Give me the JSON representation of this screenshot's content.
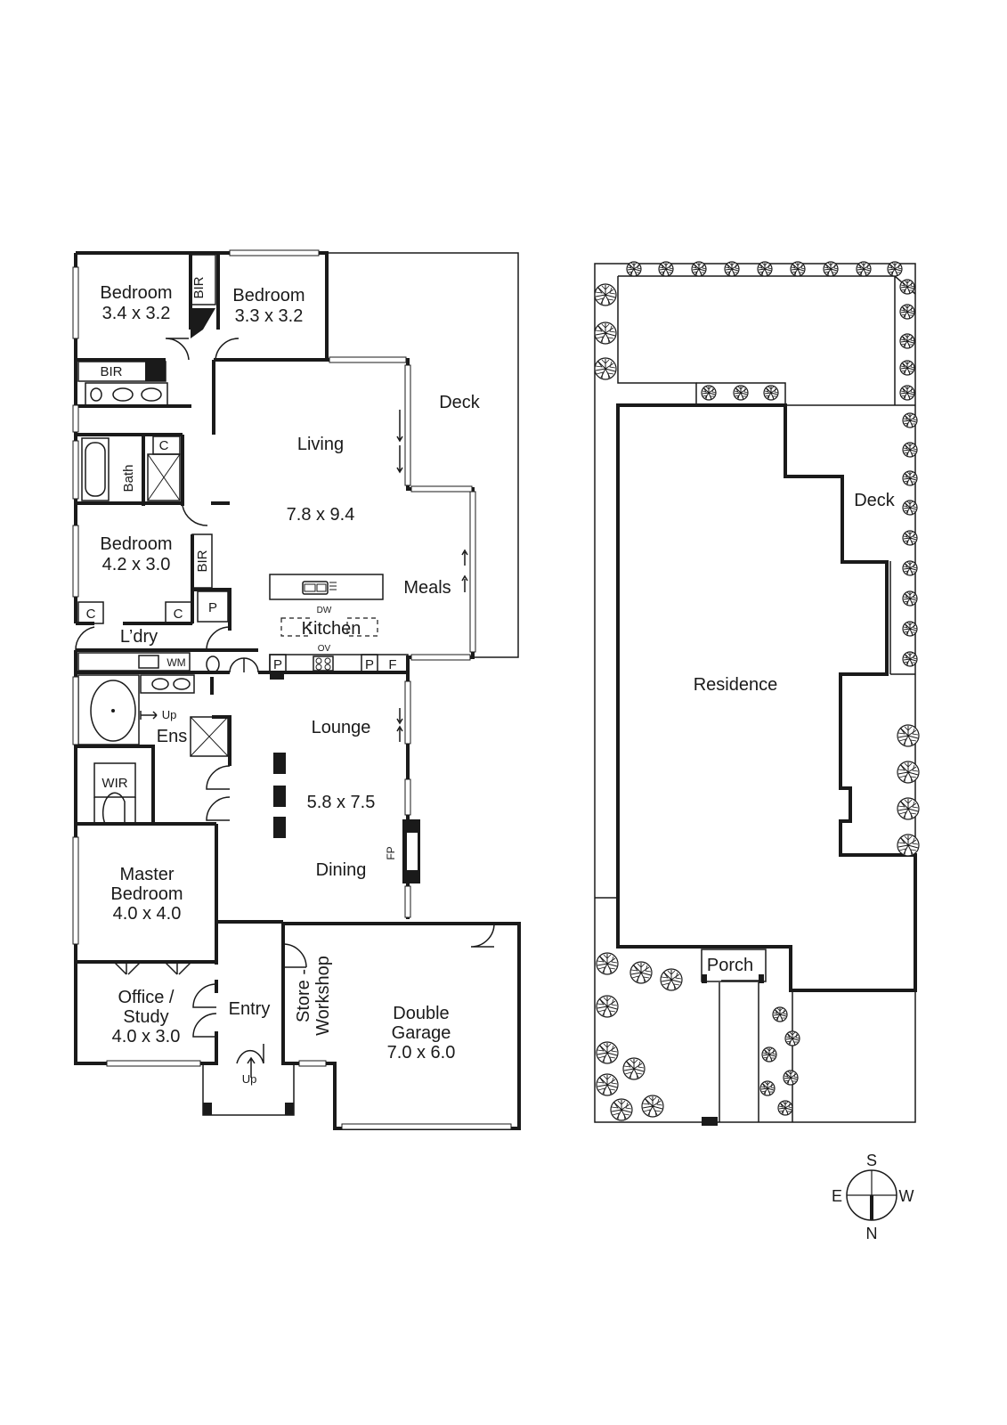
{
  "floorplan": {
    "rooms": {
      "bed1_name": "Bedroom",
      "bed1_size": "3.4 x 3.2",
      "bed2_name": "Bedroom",
      "bed2_size": "3.3 x 3.2",
      "bed3_name": "Bedroom",
      "bed3_size": "4.2 x 3.0",
      "bir": "BIR",
      "bath": "Bath",
      "cupboard": "C",
      "pantry": "P",
      "fridge": "F",
      "living": "Living",
      "living_size": "7.8 x 9.4",
      "meals": "Meals",
      "kitchen": "Kitchen",
      "dw": "DW",
      "ov": "OV",
      "deck": "Deck",
      "laundry": "L’dry",
      "wm": "WM",
      "up": "Up",
      "ensuite": "Ens",
      "wir": "WIR",
      "lounge": "Lounge",
      "lounge_size": "5.8 x 7.5",
      "dining": "Dining",
      "fp": "FP",
      "master_line1": "Master",
      "master_line2": "Bedroom",
      "master_size": "4.0 x 4.0",
      "office_line1": "Office /",
      "office_line2": "Study",
      "office_size": "4.0 x 3.0",
      "entry": "Entry",
      "store_line1": "Store -",
      "store_line2": "Workshop",
      "garage_line1": "Double",
      "garage_line2": "Garage",
      "garage_size": "7.0 x 6.0"
    }
  },
  "siteplan": {
    "residence": "Residence",
    "deck": "Deck",
    "porch": "Porch"
  },
  "compass": {
    "s": "S",
    "e": "E",
    "w": "W",
    "n": "N"
  },
  "colors": {
    "ink": "#1a1a1a",
    "background": "#ffffff"
  },
  "icons": [
    "tree-icon",
    "compass-icon",
    "bathtub-icon",
    "toilet-icon",
    "basin-icon",
    "shower-icon",
    "sink-icon",
    "cooktop-icon",
    "fireplace-icon",
    "door-swing-icon",
    "sliding-door-icon"
  ]
}
